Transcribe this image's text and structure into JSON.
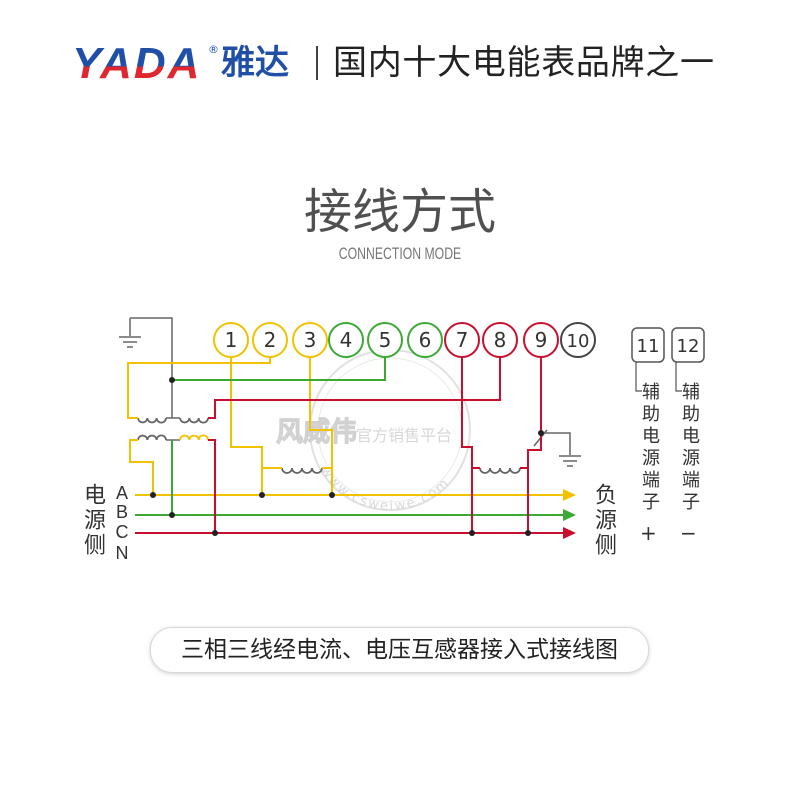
{
  "header": {
    "brand_logo": "YADA",
    "registered_mark": "®",
    "brand_cn": "雅达",
    "slogan": "国内十大电能表品牌之一"
  },
  "title": {
    "main": "接线方式",
    "sub": "CONNECTION MODE"
  },
  "diagram": {
    "colors": {
      "phase_a": "#f2c200",
      "phase_b": "#3aaa35",
      "phase_c": "#c8102e",
      "neutral_gray": "#666666"
    },
    "terminals": [
      {
        "label": "1",
        "color": "#f2c200"
      },
      {
        "label": "2",
        "color": "#f2c200"
      },
      {
        "label": "3",
        "color": "#f2c200"
      },
      {
        "label": "4",
        "color": "#3aaa35"
      },
      {
        "label": "5",
        "color": "#3aaa35"
      },
      {
        "label": "6",
        "color": "#3aaa35"
      },
      {
        "label": "7",
        "color": "#c8102e"
      },
      {
        "label": "8",
        "color": "#c8102e"
      },
      {
        "label": "9",
        "color": "#c8102e"
      },
      {
        "label": "10",
        "color": "#444444"
      }
    ],
    "aux_terminals": [
      {
        "label": "11",
        "text": "辅助电源端子",
        "sign": "+"
      },
      {
        "label": "12",
        "text": "辅助电源端子",
        "sign": "−"
      }
    ],
    "source_side": "电源侧",
    "load_side": "负源侧",
    "lines": [
      "A",
      "B",
      "C",
      "N"
    ]
  },
  "watermark": {
    "brand": "风威伟",
    "text": "官方销售平台",
    "url": "www.csweiwe.com"
  },
  "caption": "三相三线经电流、电压互感器接入式接线图"
}
